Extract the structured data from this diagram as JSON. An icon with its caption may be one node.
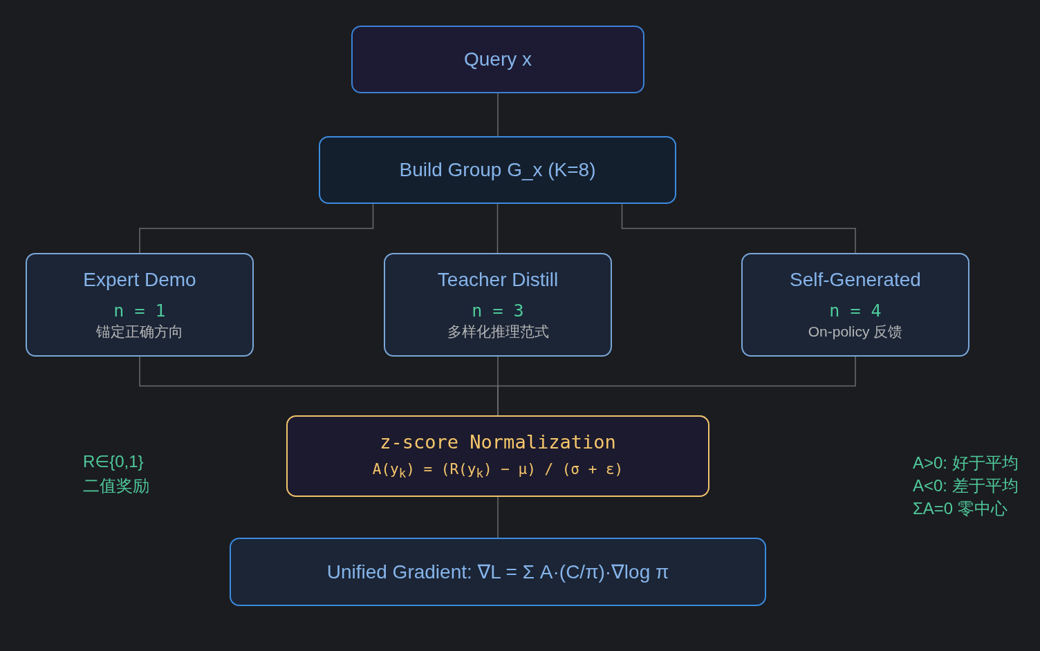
{
  "diagram": {
    "nodes": [
      {
        "text": [
          "Query x"
        ]
      },
      {
        "text": [
          "Build Group G_x (K=8)"
        ]
      },
      {
        "text": [
          "Expert Demo",
          "n = 1",
          "锚定正确方向"
        ]
      },
      {
        "text": [
          "Teacher Distill",
          "n = 3",
          "多样化推理范式"
        ]
      },
      {
        "text": [
          "Self-Generated",
          "n = 4",
          "On-policy 反馈"
        ]
      },
      {
        "text": [
          "z-score Normalization",
          "A(y$_{k}$) = (R(y$_{k}$) − μ) / (σ + ε)"
        ]
      },
      {
        "text": [
          "Unified Gradient: ∇L = Σ A·(C/π)·∇log π"
        ]
      }
    ],
    "edges": [
      {
        "from": 0,
        "to": 1,
        "arrow": "none"
      },
      {
        "from": 1,
        "to": 2,
        "arrow": "none"
      },
      {
        "from": 1,
        "to": 3,
        "arrow": "none"
      },
      {
        "from": 1,
        "to": 4,
        "arrow": "none"
      },
      {
        "from": 2,
        "to": 5,
        "arrow": "none"
      },
      {
        "from": 3,
        "to": 5,
        "arrow": "none"
      },
      {
        "from": 4,
        "to": 5,
        "arrow": "none"
      },
      {
        "from": 5,
        "to": 6,
        "arrow": "none"
      }
    ],
    "labels": [
      "R∈{0,1}",
      "二值奖励",
      "A>0: 好于平均",
      "A<0: 差于平均",
      "ΣA=0 零中心"
    ]
  }
}
